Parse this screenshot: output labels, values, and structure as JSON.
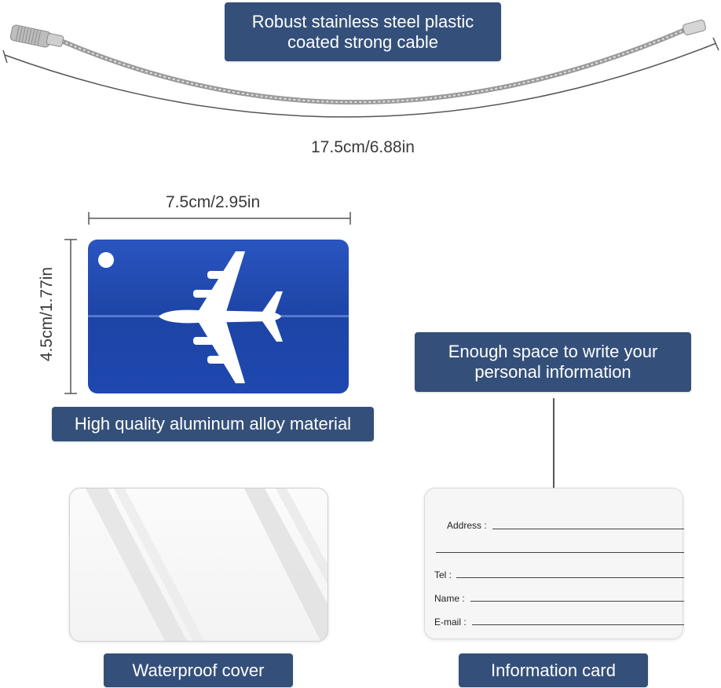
{
  "cable": {
    "label": "Robust stainless steel plastic coated strong cable",
    "label_line1": "Robust stainless steel plastic",
    "label_line2": "coated strong cable",
    "length": "17.5cm/6.88in"
  },
  "tag": {
    "width": "7.5cm/2.95in",
    "height": "4.5cm/1.77in",
    "color": "#1f45a8",
    "material_label": "High quality aluminum alloy material"
  },
  "callout": {
    "line1": "Enough space to write your",
    "line2": "personal information"
  },
  "card": {
    "fields": {
      "address": "Address :",
      "tel": "Tel :",
      "name": "Name :",
      "email": "E-mail :"
    },
    "label": "Information card"
  },
  "cover": {
    "label": "Waterproof cover"
  },
  "colors": {
    "label_bg": "#34507a",
    "label_text": "#ffffff"
  }
}
